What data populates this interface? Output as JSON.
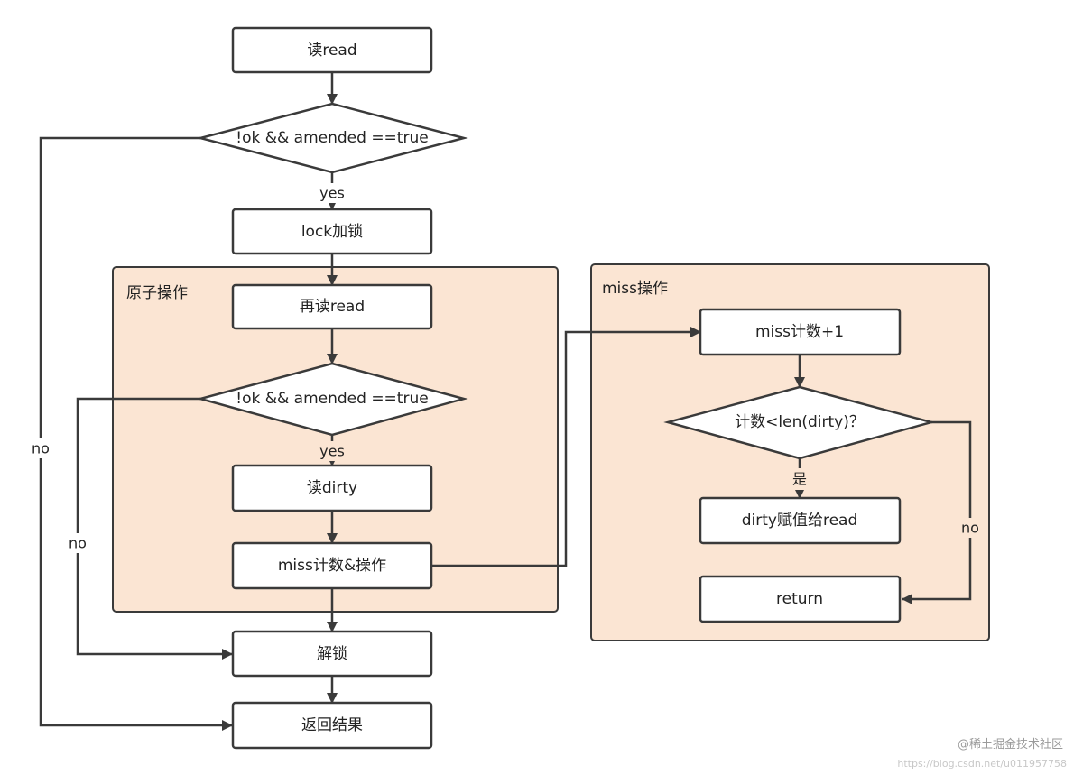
{
  "groups": {
    "atomic": "原子操作",
    "miss": "miss操作"
  },
  "nodes": {
    "read": "读read",
    "cond1": "!ok && amended ==true",
    "lock": "lock加锁",
    "reread": "再读read",
    "cond2": "!ok && amended ==true",
    "read_dirty": "读dirty",
    "miss_op": "miss计数&操作",
    "unlock": "解锁",
    "return_result": "返回结果",
    "miss_inc": "miss计数+1",
    "cond3": "计数<len(dirty)？",
    "assign": "dirty赋值给read",
    "return": "return"
  },
  "labels": {
    "yes1": "yes",
    "yes2": "yes",
    "no_outer": "no",
    "no_inner": "no",
    "shi": "是",
    "no_right": "no"
  },
  "watermark": {
    "brand": "@稀土掘金技术社区",
    "url": "https://blog.csdn.net/u011957758"
  },
  "colors": {
    "group_fill": "#fbe5d3",
    "stroke": "#3a3a3a",
    "node_fill": "#ffffff"
  }
}
